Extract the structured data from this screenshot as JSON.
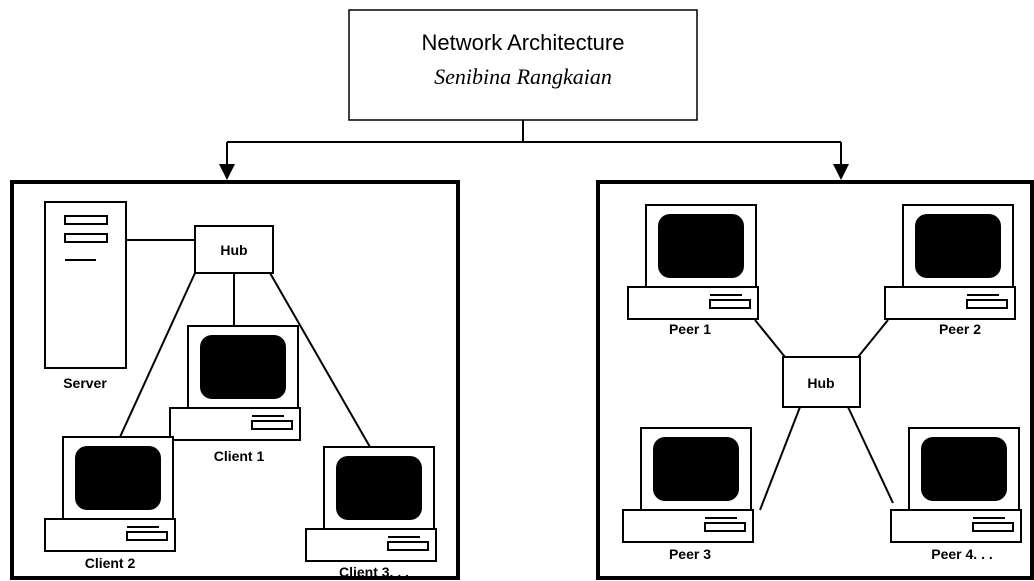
{
  "root": {
    "title": "Network Architecture",
    "subtitle": "Senibina Rangkaian"
  },
  "client_server": {
    "hub_label": "Hub",
    "server_label": "Server",
    "client_1_label": "Client 1",
    "client_2_label": "Client 2",
    "client_3_label": "Client 3. . ."
  },
  "peer_to_peer": {
    "hub_label": "Hub",
    "peer_1_label": "Peer 1",
    "peer_2_label": "Peer 2",
    "peer_3_label": "Peer 3",
    "peer_4_label": "Peer 4. . ."
  }
}
